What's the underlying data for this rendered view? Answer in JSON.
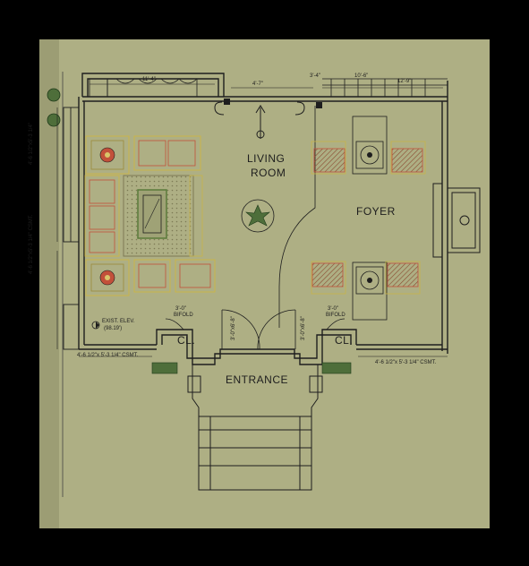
{
  "rooms": {
    "living_room": [
      "LIVING",
      "ROOM"
    ],
    "foyer": "FOYER",
    "entrance": "ENTRANCE",
    "closet_left": "CL.",
    "closet_right": "CL."
  },
  "dimensions": {
    "top_width": "11'-4\"",
    "top_center": "4'-7\"",
    "top_right": "3'-4\"",
    "top_far_right": "10'-6\"",
    "top_far_right_b": "12'-9\"",
    "left_window_upper": "4'-6 1/2\"x5'-3 1/4\"",
    "left_window_lower": "4'-6 1/2\"x5'-3 1/4\" CSMT.",
    "bottom_left_window": "4'-6 1/2\"x 5'-3 1/4\" CSMT.",
    "bottom_right_window": "4'-6 1/2\"x 5'-3 1/4\" CSMT.",
    "bifold_left": [
      "3'-0\"",
      "BIFOLD"
    ],
    "bifold_right": [
      "3'-0\"",
      "BIFOLD"
    ],
    "door_left": "3'-0\"x6'-8\"",
    "door_right": "3'-0\"x6'-8\""
  },
  "annotations": {
    "exist_elev": [
      "EXIST. ELEV.",
      "(98.19')"
    ]
  },
  "colors": {
    "background": "#aeaf84",
    "frame": "#000000",
    "line": "#1e1e1e",
    "furniture_red": "#c2503a",
    "furniture_outline": "#c9b44a"
  }
}
